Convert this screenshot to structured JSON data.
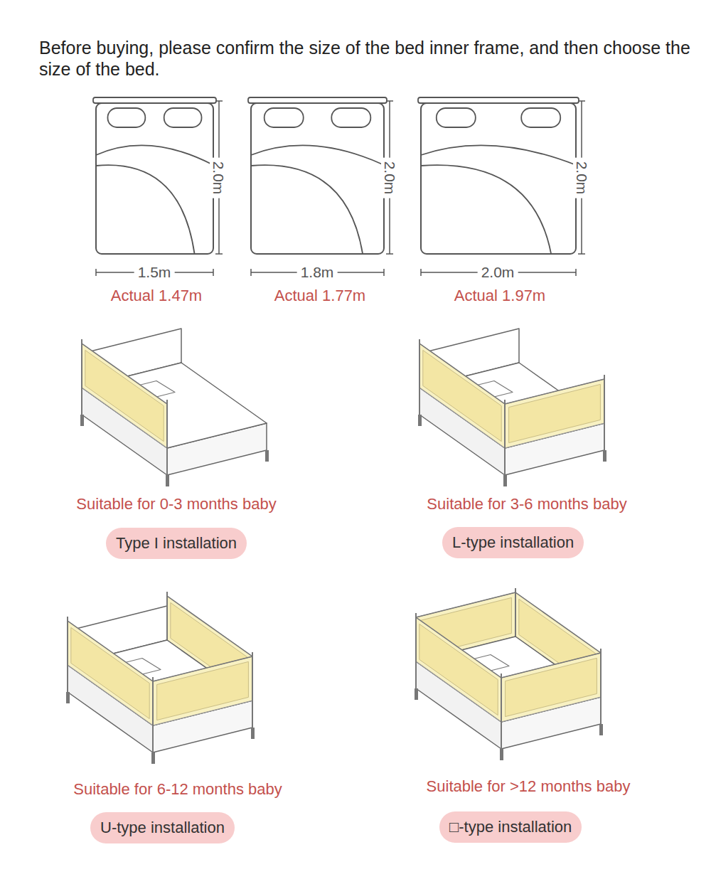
{
  "diagram": {
    "title": "Before buying, please confirm the size of the bed inner frame, and then choose the size of the bed.",
    "nodes": [
      {
        "text": [
          "Type I installation"
        ]
      },
      {
        "text": [
          "L-type installation"
        ]
      },
      {
        "text": [
          "U-type installation"
        ]
      },
      {
        "text": [
          "□-type installation"
        ]
      }
    ],
    "labels": [
      "2.0m",
      "1.5m",
      "Actual 1.47m",
      "2.0m",
      "1.8m",
      "Actual 1.77m",
      "2.0m",
      "2.0m",
      "Actual 1.97m",
      "Suitable for 0-3 months baby",
      "Suitable for 3-6 months baby",
      "Suitable for 6-12 months baby",
      "Suitable for >12 months baby"
    ]
  }
}
